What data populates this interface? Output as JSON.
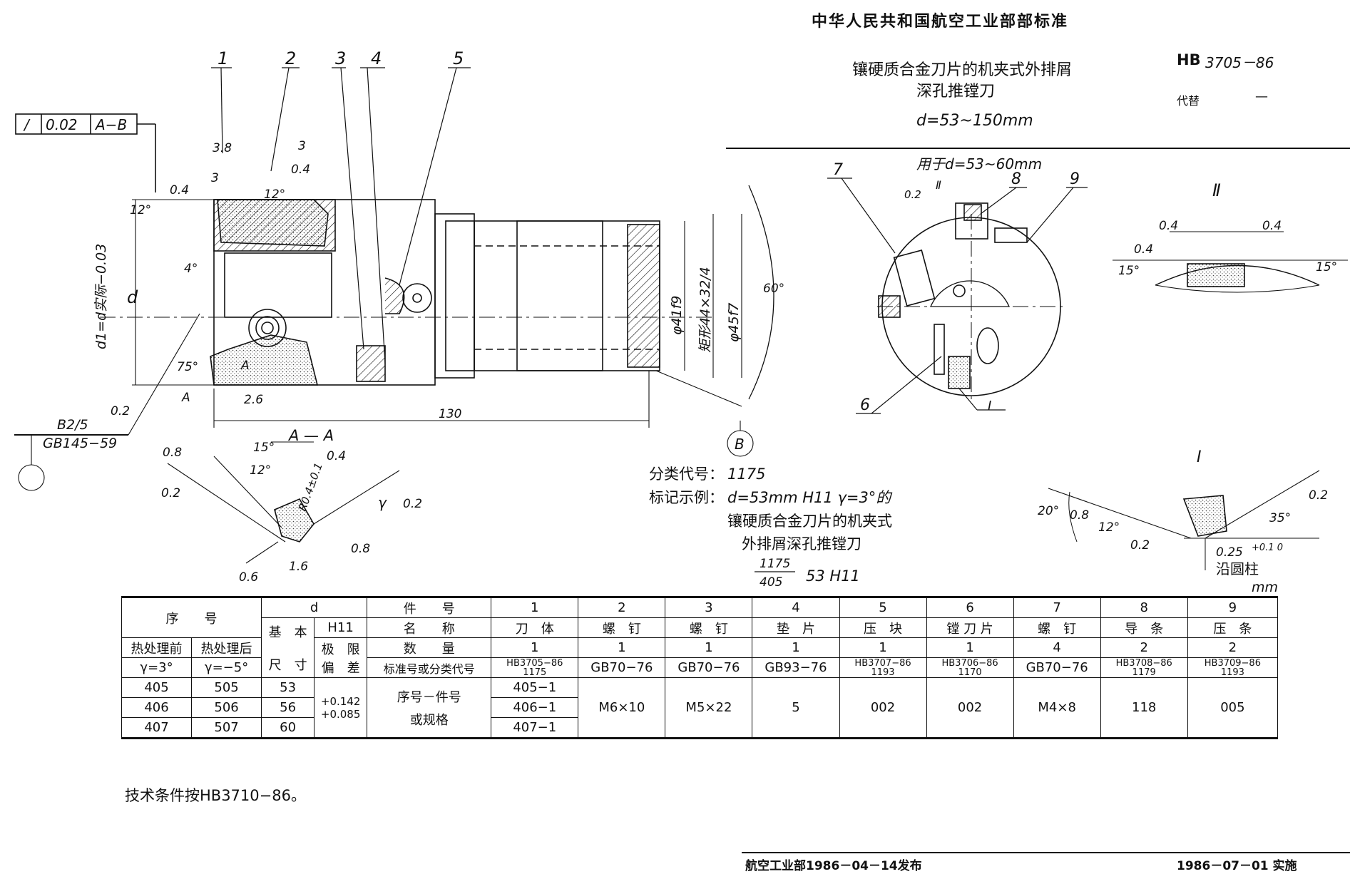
{
  "header": {
    "standard_org": "中华人民共和国航空工业部部标准",
    "title_line1": "镶硬质合金刀片的机夹式外排屑",
    "title_line2": "深孔推镗刀",
    "range": "d=53~150mm",
    "std_prefix": "HB",
    "std_number": "3705－86",
    "replaces_label": "代替",
    "replaces_value": "—"
  },
  "drawing": {
    "parts": [
      "1",
      "2",
      "3",
      "4",
      "5",
      "6",
      "7",
      "8",
      "9"
    ],
    "tolerance_frame": [
      "/",
      "0.02",
      "A−B"
    ],
    "dims": {
      "d38": "3.8",
      "d3a": "3",
      "d3b": "3",
      "d04a": "0.4",
      "d04b": "0.4",
      "a12a": "12°",
      "a12b": "12°",
      "a4": "4°",
      "a75": "75°",
      "d1": "d1=d实际−0.03",
      "d": "d",
      "d26": "2.6",
      "d130": "130",
      "phi41": "φ41f9",
      "rect": "矩形44×32/4",
      "phi45": "φ45f7",
      "a60": "60°",
      "d02": "0.2",
      "b25": "B2/5",
      "gb145": "GB145−59",
      "labelA": "A",
      "labelB": "B",
      "labelArea": "A"
    },
    "section_aa": {
      "title": "A — A",
      "a15": "15°",
      "a12": "12°",
      "r": "R0.4±0.1",
      "gamma": "γ",
      "v08a": "0.8",
      "v02a": "0.2",
      "v04": "0.4",
      "v02b": "0.2",
      "v08b": "0.8",
      "v06": "0.6",
      "d16": "1.6"
    },
    "end_view": {
      "caption": "用于d=53~60mm",
      "v02": "0.2",
      "roman2": "Ⅱ",
      "roman1": "Ⅰ"
    },
    "detail2": {
      "label": "Ⅱ",
      "d04a": "0.4",
      "d04b": "0.4",
      "d04c": "0.4",
      "a15a": "15°",
      "a15b": "15°"
    },
    "detail1": {
      "label": "Ⅰ",
      "a20": "20°",
      "v08": "0.8",
      "a12": "12°",
      "v02a": "0.2",
      "a35": "35°",
      "v02b": "0.2",
      "d025": "0.25",
      "tol": "+0.1 0",
      "note": "沿圆柱",
      "unit": "mm"
    },
    "classification": {
      "code_label": "分类代号：",
      "code": "1175",
      "example_label": "标记示例：",
      "example_line1": "d=53mm H11  γ=3°的",
      "example_line2": "镶硬质合金刀片的机夹式",
      "example_line3": "外排屑深孔推镗刀",
      "frac_num": "1175",
      "frac_den": "405",
      "frac_tail": "53 H11"
    }
  },
  "table": {
    "h_seq": "序　　号",
    "h_d": "d",
    "h_part_no": "件　　号",
    "h_name": "名　　称",
    "h_qty": "数　　量",
    "h_std": "标准号或分类代号",
    "h_basic": "基　本",
    "h_size": "尺　寸",
    "h_h11": "H11",
    "h_limit": "极　限",
    "h_dev": "偏　差",
    "h_before": "热处理前",
    "h_after": "热处理后",
    "h_g1": "γ=3°",
    "h_g2": "γ=−5°",
    "h_seqspec1": "序号－件号",
    "h_seqspec2": "或规格",
    "tol_up": "+0.142",
    "tol_lo": "+0.085",
    "parts": [
      {
        "no": "1",
        "name": "刀　体",
        "qty": "1",
        "std1": "HB3705−86",
        "std2": "1175"
      },
      {
        "no": "2",
        "name": "螺　钉",
        "qty": "1",
        "std1": "GB70−76",
        "std2": ""
      },
      {
        "no": "3",
        "name": "螺　钉",
        "qty": "1",
        "std1": "GB70−76",
        "std2": ""
      },
      {
        "no": "4",
        "name": "垫　片",
        "qty": "1",
        "std1": "GB93−76",
        "std2": ""
      },
      {
        "no": "5",
        "name": "压　块",
        "qty": "1",
        "std1": "HB3707−86",
        "std2": "1193"
      },
      {
        "no": "6",
        "name": "镗 刀 片",
        "qty": "1",
        "std1": "HB3706−86",
        "std2": "1170"
      },
      {
        "no": "7",
        "name": "螺　钉",
        "qty": "4",
        "std1": "GB70−76",
        "std2": ""
      },
      {
        "no": "8",
        "name": "导　条",
        "qty": "2",
        "std1": "HB3708−86",
        "std2": "1179"
      },
      {
        "no": "9",
        "name": "压　条",
        "qty": "2",
        "std1": "HB3709−86",
        "std2": "1193"
      }
    ],
    "rows": [
      {
        "before": "405",
        "after": "505",
        "basic": "53",
        "p1": "405−1"
      },
      {
        "before": "406",
        "after": "506",
        "basic": "56",
        "p1": "406−1"
      },
      {
        "before": "407",
        "after": "507",
        "basic": "60",
        "p1": "407−1"
      }
    ],
    "specs": [
      "M6×10",
      "M5×22",
      "5",
      "002",
      "002",
      "M4×8",
      "118",
      "005"
    ]
  },
  "note": "技术条件按HB3710−86。",
  "footer": {
    "issued": "航空工业部1986－04－14发布",
    "effective": "1986－07－01 实施"
  }
}
